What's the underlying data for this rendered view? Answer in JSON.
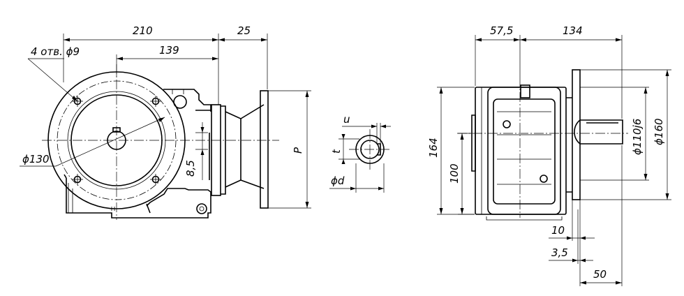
{
  "front_view": {
    "dim_210": "210",
    "dim_25": "25",
    "dim_139": "139",
    "holes_note": "4 отв. ϕ9",
    "dim_130": "ϕ130",
    "dim_8_5": "8,5",
    "dim_p": "P"
  },
  "keyway": {
    "u": "u",
    "t": "t",
    "d": "ϕd"
  },
  "side_view": {
    "dim_57_5": "57,5",
    "dim_134": "134",
    "dim_164": "164",
    "dim_100": "100",
    "dim_110j6": "ϕ110j6",
    "dim_160": "ϕ160",
    "dim_10": "10",
    "dim_3_5": "3,5",
    "dim_50": "50"
  }
}
